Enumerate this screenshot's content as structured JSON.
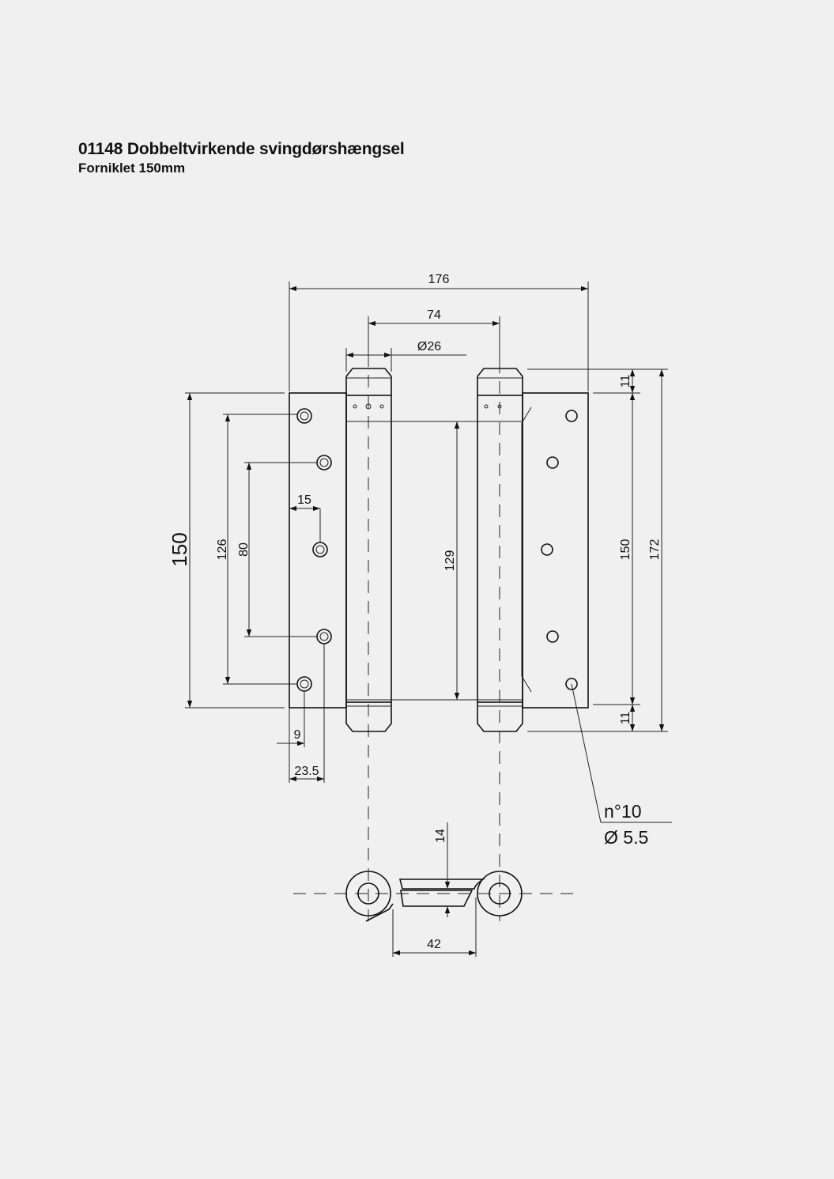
{
  "header": {
    "title": "01148 Dobbeltvirkende svingdørshængsel",
    "subtitle": "Forniklet 150mm"
  },
  "dims": {
    "overall_width": "176",
    "pivot_distance": "74",
    "knuckle_diameter": "Ø26",
    "left_height": "150",
    "hole_span_outer": "126",
    "hole_span_inner": "80",
    "hole_offset": "15",
    "edge_9": "9",
    "edge_23_5": "23.5",
    "barrel_length": "129",
    "top_cap": "11",
    "bottom_cap": "11",
    "right_height": "150",
    "total_height": "172",
    "depth": "14",
    "leaf_gap": "42"
  },
  "callout": {
    "count": "n°10",
    "diameter": "Ø 5.5"
  }
}
